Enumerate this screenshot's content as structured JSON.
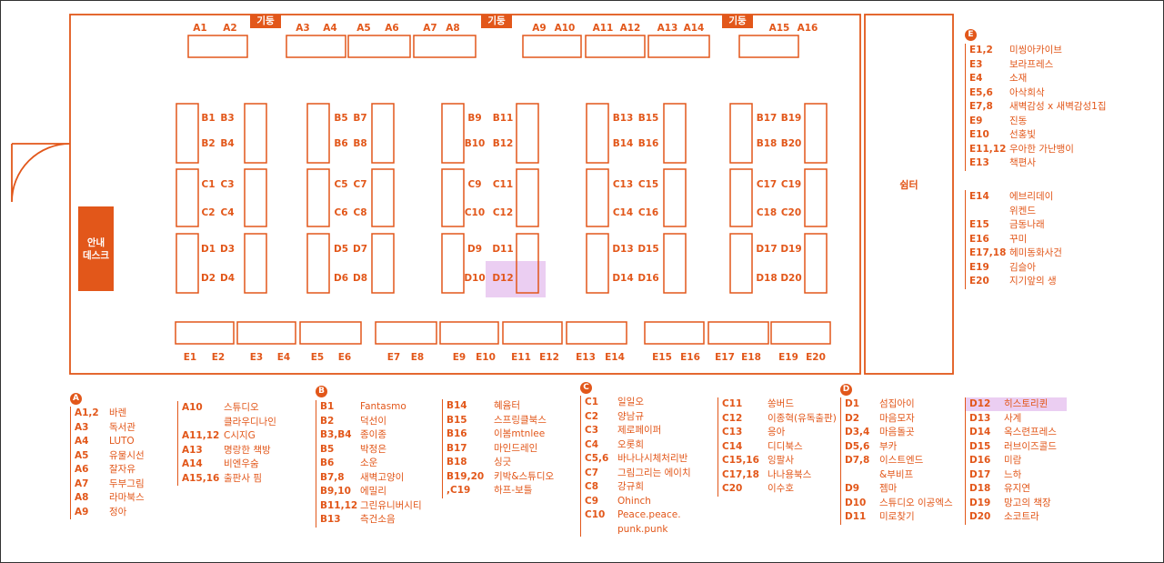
{
  "map": {
    "pillar_label": "기둥",
    "desk_label_line1": "안내",
    "desk_label_line2": "데스크",
    "shelter_label": "쉼터",
    "accent_color": "#e2571a",
    "highlight_color": "#e7c6f0",
    "top_labels": [
      "A1",
      "A2",
      "A3",
      "A4",
      "A5",
      "A6",
      "A7",
      "A8",
      "A9",
      "A10",
      "A11",
      "A12",
      "A13",
      "A14",
      "A15",
      "A16"
    ],
    "bottom_labels": [
      "E1",
      "E2",
      "E3",
      "E4",
      "E5",
      "E6",
      "E7",
      "E8",
      "E9",
      "E10",
      "E11",
      "E12",
      "E13",
      "E14",
      "E15",
      "E16",
      "E17",
      "E18",
      "E19",
      "E20"
    ],
    "booth_labels": [
      "B1",
      "B3",
      "B2",
      "B4",
      "C1",
      "C3",
      "C2",
      "C4",
      "D1",
      "D3",
      "D2",
      "D4",
      "B5",
      "B7",
      "B6",
      "B8",
      "C5",
      "C7",
      "C6",
      "C8",
      "D5",
      "D7",
      "D6",
      "D8",
      "B9",
      "B11",
      "B10",
      "B12",
      "C9",
      "C11",
      "C10",
      "C12",
      "D9",
      "D11",
      "D10",
      "D12",
      "B13",
      "B15",
      "B14",
      "B16",
      "C13",
      "C15",
      "C14",
      "C16",
      "D13",
      "D15",
      "D14",
      "D16",
      "B17",
      "B19",
      "B18",
      "B20",
      "C17",
      "C19",
      "C18",
      "C20",
      "D17",
      "D19",
      "D18",
      "D20"
    ],
    "highlighted_booth": "D12"
  },
  "legend": {
    "A": {
      "badge": "A",
      "col1": [
        {
          "id": "A1,2",
          "name": "바렌"
        },
        {
          "id": "A3",
          "name": "독서관"
        },
        {
          "id": "A4",
          "name": "LUTO"
        },
        {
          "id": "A5",
          "name": "유물시선"
        },
        {
          "id": "A6",
          "name": "잘자유"
        },
        {
          "id": "A7",
          "name": "두부그림"
        },
        {
          "id": "A8",
          "name": "라마북스"
        },
        {
          "id": "A9",
          "name": "정아"
        }
      ],
      "col2": [
        {
          "id": "A10",
          "name": "스튜디오"
        },
        {
          "id": "",
          "name": "클라우디나인"
        },
        {
          "id": "A11,12",
          "name": "C시지G"
        },
        {
          "id": "A13",
          "name": "명랑한 책방"
        },
        {
          "id": "A14",
          "name": "비엔우숨"
        },
        {
          "id": "A15,16",
          "name": "출판사 핌"
        }
      ]
    },
    "B": {
      "badge": "B",
      "col1": [
        {
          "id": "B1",
          "name": "Fantasmo"
        },
        {
          "id": "B2",
          "name": "덕선이"
        },
        {
          "id": "B3,B4",
          "name": "종이종"
        },
        {
          "id": "B5",
          "name": "박정은"
        },
        {
          "id": "B6",
          "name": "소운"
        },
        {
          "id": "B7,8",
          "name": "새벽고양이"
        },
        {
          "id": "B9,10",
          "name": "에밀리"
        },
        {
          "id": "B11,12",
          "name": "그린유니버시티"
        },
        {
          "id": "B13",
          "name": "측건소음"
        }
      ],
      "col2": [
        {
          "id": "B14",
          "name": "혜윰터"
        },
        {
          "id": "B15",
          "name": "스프링클북스"
        },
        {
          "id": "B16",
          "name": "이봄mtnlee"
        },
        {
          "id": "B17",
          "name": "마인드레인"
        },
        {
          "id": "B18",
          "name": "싱긋"
        },
        {
          "id": "B19,20",
          "name": "키박&스튜디오"
        },
        {
          "id": ",C19",
          "name": "하프-보틀"
        }
      ]
    },
    "C": {
      "badge": "C",
      "col1": [
        {
          "id": "C1",
          "name": "일일오"
        },
        {
          "id": "C2",
          "name": "양남규"
        },
        {
          "id": "C3",
          "name": "제로페이퍼"
        },
        {
          "id": "C4",
          "name": "오롯희"
        },
        {
          "id": "C5,6",
          "name": "바나나시체처리반"
        },
        {
          "id": "C7",
          "name": "그림그리는 에이치"
        },
        {
          "id": "C8",
          "name": "강규희"
        },
        {
          "id": "C9",
          "name": "Ohinch"
        },
        {
          "id": "C10",
          "name": "Peace.peace."
        },
        {
          "id": "",
          "name": "punk.punk"
        }
      ],
      "col2": [
        {
          "id": "C11",
          "name": "쏭버드"
        },
        {
          "id": "C12",
          "name": "이종혁(유독출판)"
        },
        {
          "id": "C13",
          "name": "응아"
        },
        {
          "id": "C14",
          "name": "디디북스"
        },
        {
          "id": "C15,16",
          "name": "잉팔사"
        },
        {
          "id": "C17,18",
          "name": "나나용북스"
        },
        {
          "id": "C20",
          "name": "이수호"
        }
      ]
    },
    "D": {
      "badge": "D",
      "col1": [
        {
          "id": "D1",
          "name": "섬집아이"
        },
        {
          "id": "D2",
          "name": "마음모자"
        },
        {
          "id": "D3,4",
          "name": "마음돌곳"
        },
        {
          "id": "D5,6",
          "name": "부카"
        },
        {
          "id": "D7,8",
          "name": "이스트엔드"
        },
        {
          "id": "",
          "name": "&부비프"
        },
        {
          "id": "D9",
          "name": "젬마"
        },
        {
          "id": "D10",
          "name": "스튜디오 이공엑스"
        },
        {
          "id": "D11",
          "name": "미로찾기"
        }
      ],
      "col2": [
        {
          "id": "D12",
          "name": "히스토리퀸"
        },
        {
          "id": "D13",
          "name": "사계"
        },
        {
          "id": "D14",
          "name": "옥스련프레스"
        },
        {
          "id": "D15",
          "name": "러브이즈콜드"
        },
        {
          "id": "D16",
          "name": "미람"
        },
        {
          "id": "D17",
          "name": "느하"
        },
        {
          "id": "D18",
          "name": "유지연"
        },
        {
          "id": "D19",
          "name": "망고의 책장"
        },
        {
          "id": "D20",
          "name": "소코트라"
        }
      ]
    },
    "E": {
      "badge": "E",
      "col1": [
        {
          "id": "E1,2",
          "name": "미씽아카이브"
        },
        {
          "id": "E3",
          "name": "보라프레스"
        },
        {
          "id": "E4",
          "name": "소재"
        },
        {
          "id": "E5,6",
          "name": "아삭희삭"
        },
        {
          "id": "E7,8",
          "name": "새벽감성 x 새벽감성1집"
        },
        {
          "id": "E9",
          "name": "진동"
        },
        {
          "id": "E10",
          "name": "선홍빛"
        },
        {
          "id": "E11,12",
          "name": "우아한 가난뱅이"
        },
        {
          "id": "E13",
          "name": "책편사"
        }
      ],
      "col2": [
        {
          "id": "E14",
          "name": "에브리데이"
        },
        {
          "id": "",
          "name": "위켄드"
        },
        {
          "id": "E15",
          "name": "금동나래"
        },
        {
          "id": "E16",
          "name": "꾸미"
        },
        {
          "id": "E17,18",
          "name": "헤미동화사건"
        },
        {
          "id": "E19",
          "name": "김슬아"
        },
        {
          "id": "E20",
          "name": "지기앞의 생"
        }
      ]
    }
  }
}
